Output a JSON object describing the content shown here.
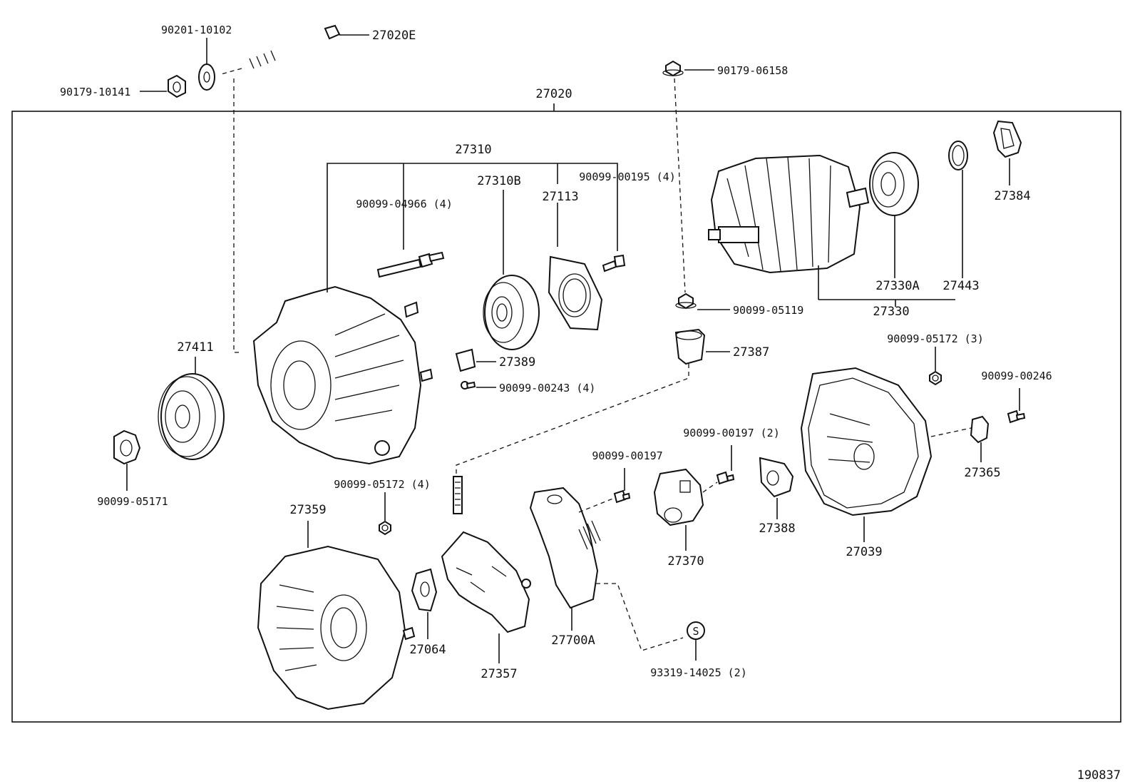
{
  "diagram_id": "190837",
  "assembly_label": "27020",
  "labels": {
    "p27020E": "27020E",
    "p90201_10102": "90201-10102",
    "p90179_10141": "90179-10141",
    "p90179_06158": "90179-06158",
    "p27310": "27310",
    "p27310B": "27310B",
    "p90099_04966": "90099-04966 (4)",
    "p27113": "27113",
    "p90099_00195": "90099-00195 (4)",
    "p27384": "27384",
    "p27330A": "27330A",
    "p27443": "27443",
    "p27330": "27330",
    "p90099_05119": "90099-05119",
    "p27411": "27411",
    "p27389": "27389",
    "p90099_00243": "90099-00243 (4)",
    "p27387": "27387",
    "p90099_05172_3": "90099-05172 (3)",
    "p90099_00246": "90099-00246",
    "p90099_05171": "90099-05171",
    "p90099_00197_2": "90099-00197 (2)",
    "p90099_00197": "90099-00197",
    "p90099_05172_4": "90099-05172 (4)",
    "p27365": "27365",
    "p27388": "27388",
    "p27359": "27359",
    "p27370": "27370",
    "p27039": "27039",
    "p27064": "27064",
    "p27700A": "27700A",
    "p27357": "27357",
    "p93319_14025": "93319-14025 (2)",
    "s_mark": "S"
  }
}
